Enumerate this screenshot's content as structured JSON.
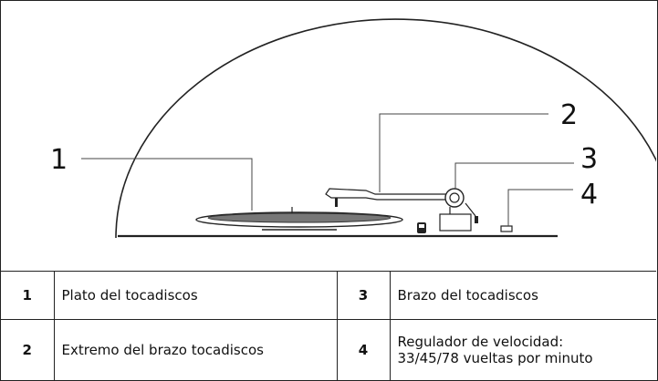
{
  "diagram": {
    "callouts": [
      "1",
      "2",
      "3",
      "4"
    ]
  },
  "legend": {
    "rows": [
      {
        "num_a": "1",
        "label_a": "Plato del tocadiscos",
        "num_b": "3",
        "label_b": "Brazo del tocadiscos"
      },
      {
        "num_a": "2",
        "label_a": "Extremo del brazo tocadiscos",
        "num_b": "4",
        "label_b_line1": "Regulador de velocidad:",
        "label_b_line2": "33/45/78 vueltas por minuto"
      }
    ]
  }
}
